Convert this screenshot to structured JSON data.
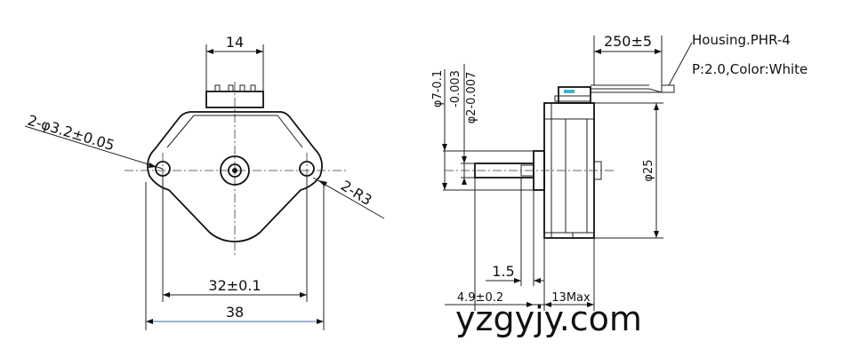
{
  "front_view": {
    "dim_top": "14",
    "dim_holes": "2-φ3.2±0.05",
    "dim_radius": "2-R3",
    "dim_pitch": "32±0.1",
    "dim_width": "38"
  },
  "side_view": {
    "dim_cable": "250±5",
    "connector_line1": "Housing.PHR-4",
    "connector_line2": "P:2.0,Color:White",
    "dim_boss_dia": "φ7-0.1",
    "dim_shaft_dia_a": "-0.003",
    "dim_shaft_dia_b": "φ2-0.007",
    "dim_body_dia": "φ25",
    "dim_flat": "1.5",
    "dim_shaft_len": "4.9±0.2",
    "dim_max": "13Max"
  },
  "watermark": "yzgyjy.com"
}
